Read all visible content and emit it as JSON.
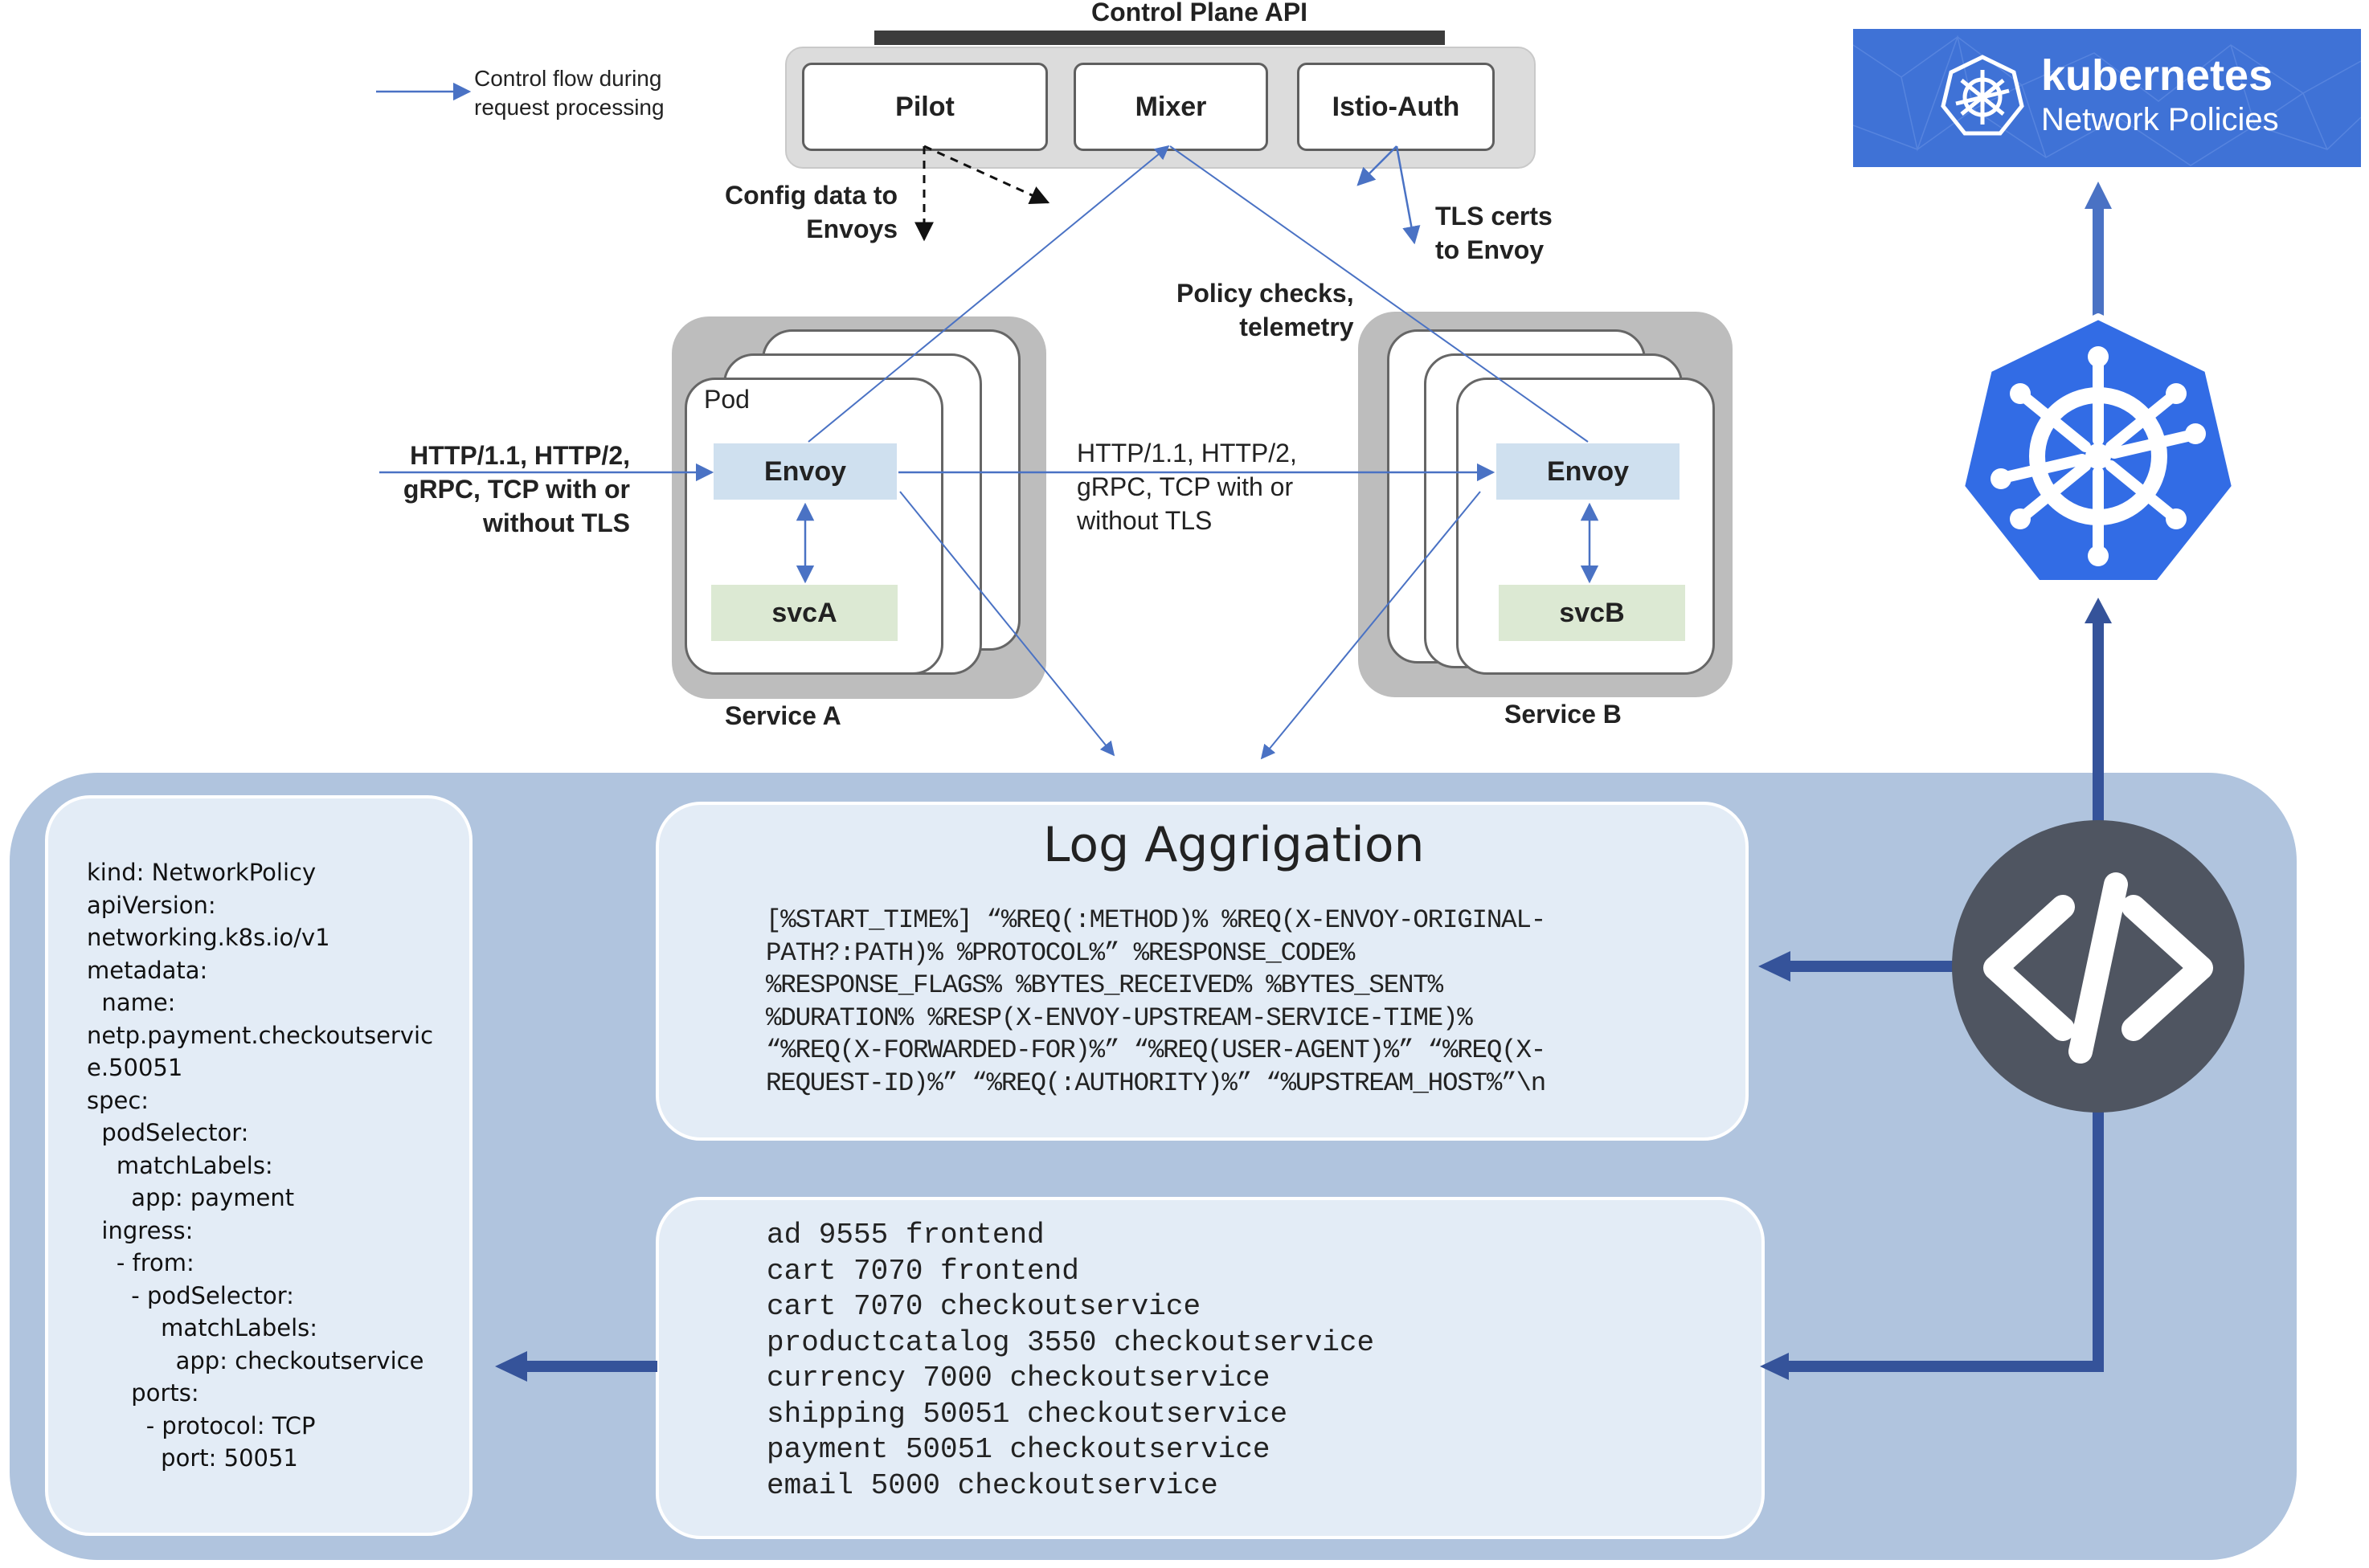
{
  "control_plane": {
    "title": "Control Plane API",
    "pilot": "Pilot",
    "mixer": "Mixer",
    "istio_auth": "Istio-Auth"
  },
  "legend": {
    "text": "Control flow during\nrequest processing"
  },
  "labels": {
    "config_data": "Config data to\nEnvoys",
    "tls_certs": "TLS certs\nto Envoy",
    "policy_checks": "Policy checks,\ntelemetry",
    "ingress_protocols": "HTTP/1.1, HTTP/2,\ngRPC, TCP with or\nwithout TLS",
    "mesh_protocols": "HTTP/1.1, HTTP/2,\ngRPC, TCP with or\nwithout TLS"
  },
  "service_a": {
    "pod_label": "Pod",
    "envoy": "Envoy",
    "svc": "svcA",
    "name": "Service A"
  },
  "service_b": {
    "envoy": "Envoy",
    "svc": "svcB",
    "name": "Service B"
  },
  "k8s_banner": {
    "title": "kubernetes",
    "subtitle": "Network Policies"
  },
  "log_aggregation": {
    "title": "Log Aggrigation",
    "format": "[%START_TIME%] “%REQ(:METHOD)% %REQ(X-ENVOY-ORIGINAL-\nPATH?:PATH)% %PROTOCOL%” %RESPONSE_CODE%\n%RESPONSE_FLAGS% %BYTES_RECEIVED% %BYTES_SENT%\n%DURATION% %RESP(X-ENVOY-UPSTREAM-SERVICE-TIME)%\n“%REQ(X-FORWARDED-FOR)%” “%REQ(USER-AGENT)%” “%REQ(X-\nREQUEST-ID)%” “%REQ(:AUTHORITY)%” “%UPSTREAM_HOST%”\\n"
  },
  "service_list": {
    "rows": [
      "ad 9555 frontend",
      "cart 7070 frontend",
      "cart 7070 checkoutservice",
      "productcatalog 3550 checkoutservice",
      "currency 7000 checkoutservice",
      "shipping 50051 checkoutservice",
      "payment 50051 checkoutservice",
      "email 5000 checkoutservice"
    ]
  },
  "network_policy_yaml": "kind: NetworkPolicy\napiVersion:\nnetworking.k8s.io/v1\nmetadata:\n  name:\nnetp.payment.checkoutservic\ne.50051\nspec:\n  podSelector:\n    matchLabels:\n      app: payment\n  ingress:\n    - from:\n      - podSelector:\n          matchLabels:\n            app: checkoutservice\n      ports:\n        - protocol: TCP\n          port: 50051",
  "icons": {
    "k8s_logo": "kubernetes-helm-wheel-icon",
    "code": "code-brackets-icon"
  },
  "colors": {
    "envoy_fill": "#cfe0ef",
    "svc_fill": "#dce9d3",
    "k8s_blue": "#326ce5",
    "arrow_dark": "#35539a",
    "arrow_light": "#4a72c4",
    "panel_blue": "#b0c4de",
    "code_circle": "#4f5561"
  }
}
